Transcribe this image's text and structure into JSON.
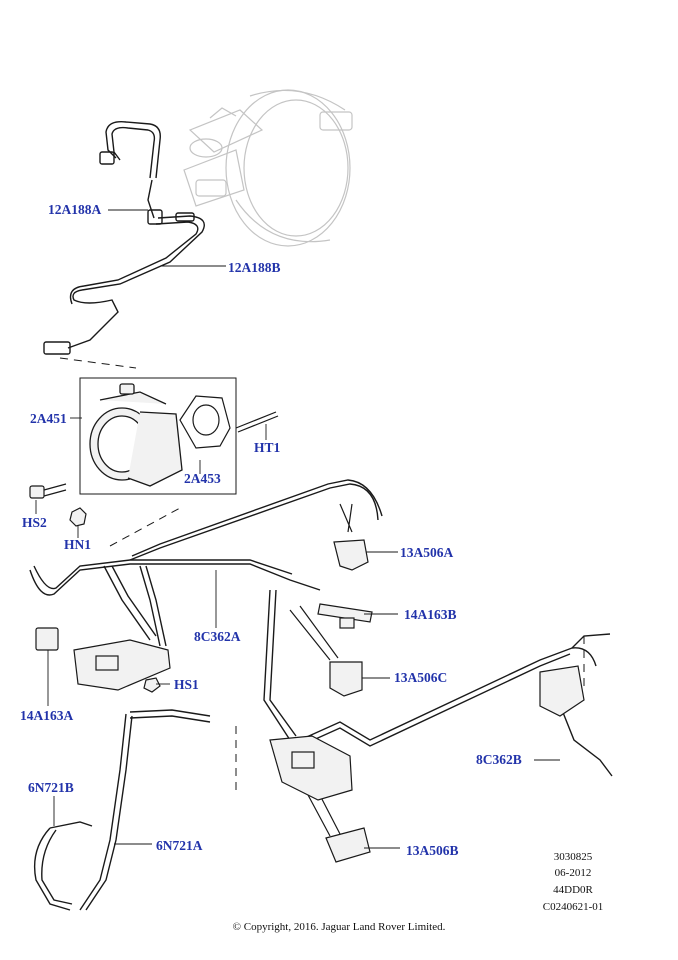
{
  "colors": {
    "label": "#2233aa",
    "line": "#1a1a1a",
    "part_fill": "#f2f2f2",
    "ghost": "#c8c8c8"
  },
  "callouts": {
    "c12A188A": "12A188A",
    "c12A188B": "12A188B",
    "c2A451": "2A451",
    "c2A453": "2A453",
    "cHT1": "HT1",
    "cHS2": "HS2",
    "cHN1": "HN1",
    "c13A506A": "13A506A",
    "c14A163B": "14A163B",
    "c8C362A": "8C362A",
    "c13A506C": "13A506C",
    "cHS1": "HS1",
    "c14A163A": "14A163A",
    "c8C362B": "8C362B",
    "c6N721B": "6N721B",
    "c6N721A": "6N721A",
    "c13A506B": "13A506B"
  },
  "reference": [
    "3030825",
    "06-2012",
    "44DD0R",
    "C0240621-01"
  ],
  "copyright": "© Copyright, 2016. Jaguar Land Rover Limited."
}
